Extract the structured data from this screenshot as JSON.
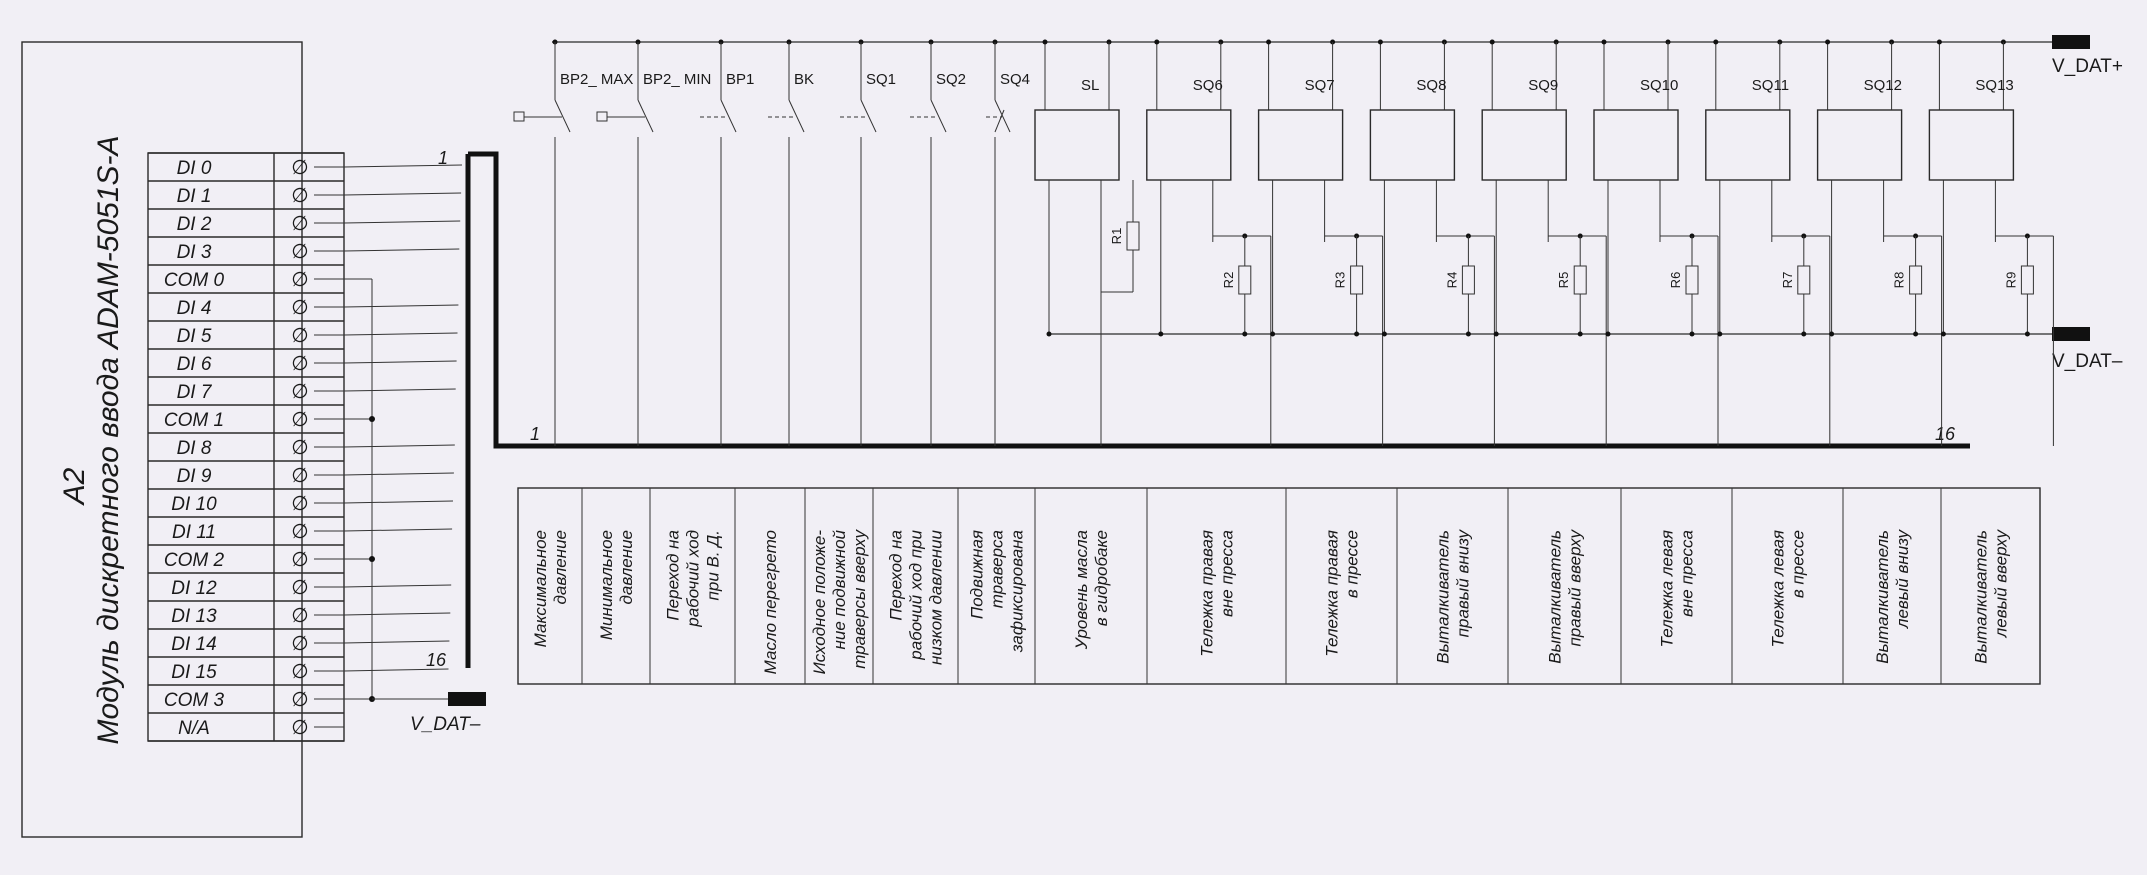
{
  "module": {
    "designator": "A2",
    "title": "Модуль дискретного ввода  ADAM-5051S-A",
    "terminal_symbol": "∅",
    "pins": [
      "DI 0",
      "DI 1",
      "DI 2",
      "DI 3",
      "COM 0",
      "DI 4",
      "DI 5",
      "DI 6",
      "DI 7",
      "COM 1",
      "DI 8",
      "DI 9",
      "DI 10",
      "DI 11",
      "COM 2",
      "DI 12",
      "DI 13",
      "DI 14",
      "DI 15",
      "COM 3",
      "N/A"
    ]
  },
  "bus": {
    "start_label": "1",
    "end_label": "16"
  },
  "power": {
    "plus_label": "V_DAT+",
    "minus_label": "V_DAT–",
    "module_minus_label": "V_DAT–"
  },
  "contacts": [
    "BP2_ MAX",
    "BP2_ MIN",
    "BP1",
    "BK",
    "SQ1",
    "SQ2",
    "SQ4"
  ],
  "sensors": [
    "SL",
    "SQ6",
    "SQ7",
    "SQ8",
    "SQ9",
    "SQ10",
    "SQ11",
    "SQ12",
    "SQ13"
  ],
  "resistors": [
    "R1",
    "R2",
    "R3",
    "R4",
    "R5",
    "R6",
    "R7",
    "R8",
    "R9"
  ],
  "legend": [
    "Максимальное\nдавление",
    "Минимальное\nдавление",
    "Переход на\nрабочий ход\nпри В. Д.",
    "Масло перегрето",
    "Исходное положе-\nние подвижной\nтраверсы вверху",
    "Переход на\nрабочий ход при\nнизком давлении",
    "Подвижная\nтраверса\nзафиксирована",
    "Уровень масла\nв гидробаке",
    "Тележка правая\nвне пресса",
    "Тележка правая\nв прессе",
    "Выталкиватель\nправый внизу",
    "Выталкиватель\nправый вверху",
    "Тележка левая\nвне пресса",
    "Тележка левая\nв прессе",
    "Выталкиватель\nлевый внизу",
    "Выталкиватель\nлевый вверху"
  ]
}
